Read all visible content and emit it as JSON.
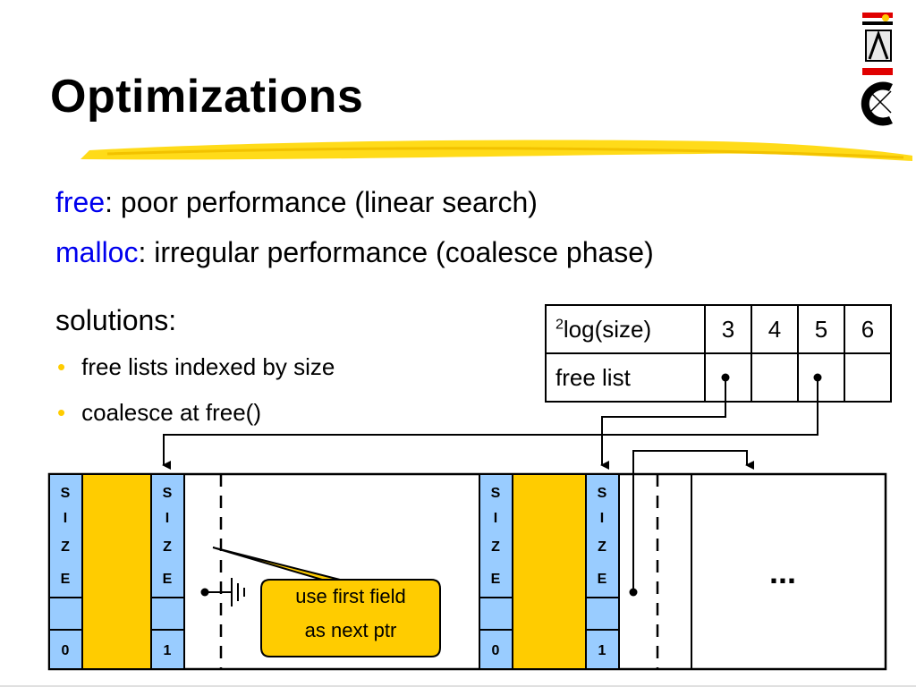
{
  "title": "Optimizations",
  "lines": [
    {
      "keyword": "free",
      "rest": ": poor performance (linear search)"
    },
    {
      "keyword": "malloc",
      "rest": ": irregular performance (coalesce phase)"
    }
  ],
  "solutions_heading": "solutions:",
  "bullets": [
    "free lists indexed by size",
    "coalesce at free()"
  ],
  "table": {
    "header_sup": "2",
    "header_label": "log(size)",
    "columns": [
      "3",
      "4",
      "5",
      "6"
    ],
    "row_label": "free list"
  },
  "block": {
    "size_letters": [
      "S",
      "I",
      "Z",
      "E"
    ],
    "flags": [
      "0",
      "1",
      "0",
      "1"
    ],
    "ellipsis": "..."
  },
  "callout": {
    "line1": "use first field",
    "line2": "as next ptr"
  },
  "colors": {
    "accent_yellow": "#ffcc00",
    "size_blue": "#99ccff",
    "keyword_blue": "#0000ee"
  }
}
